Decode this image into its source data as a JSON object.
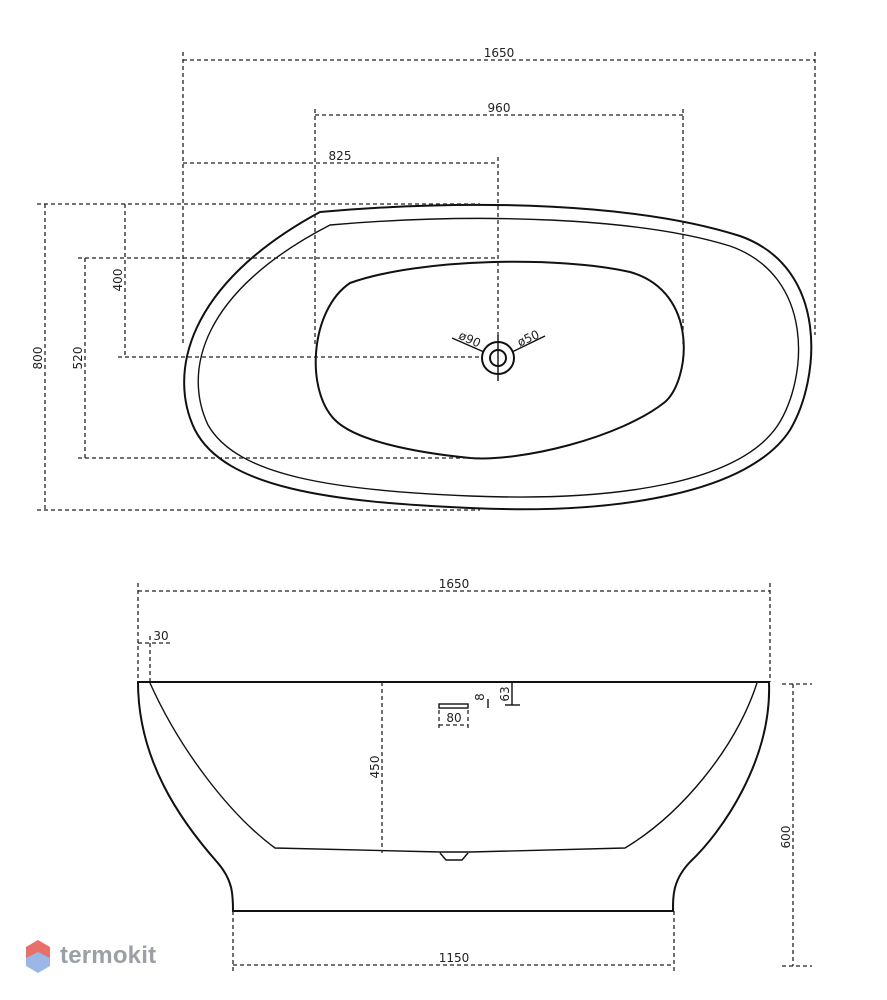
{
  "top_view": {
    "overall_length": "1650",
    "inner_length": "960",
    "drain_offset": "825",
    "overall_width": "800",
    "inner_width": "520",
    "drain_side_offset": "400",
    "drain_outer_diameter": "ø90",
    "drain_inner_diameter": "ø50"
  },
  "side_view": {
    "overall_length": "1650",
    "rim_thickness": "30",
    "inner_depth": "450",
    "overall_height": "600",
    "base_length": "1150",
    "overflow_width": "80",
    "overflow_height": "8",
    "overflow_offset": "63"
  },
  "brand": {
    "name": "termokit",
    "logo_color": "#e8706a",
    "logo_color_secondary": "#9ab7e6"
  }
}
